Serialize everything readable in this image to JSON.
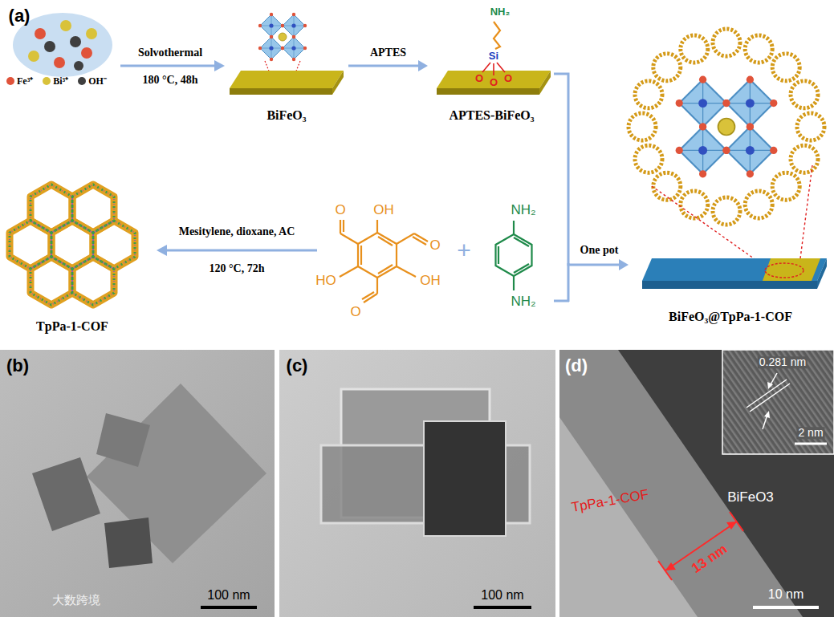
{
  "diagram": {
    "nodes": [
      {
        "text": [
          "BiFeO₃"
        ]
      },
      {
        "text": [
          "APTES-BiFeO₃"
        ]
      },
      {
        "text": [
          "TpPa-1-COF"
        ]
      },
      {
        "text": [
          "BiFeO₃@TpPa-1-COF"
        ]
      }
    ],
    "edges": [
      {
        "from": 0,
        "to": 1,
        "label": "APTES",
        "arrow": "to"
      },
      {
        "from": 1,
        "to": 3,
        "label": "One pot",
        "arrow": "to"
      }
    ],
    "labels": [
      "(a)",
      "Solvothermal",
      "180 °C, 48h",
      "NH₂",
      "Si",
      "O",
      "O",
      "O",
      "Mesitylene, dioxane, AC",
      "120 °C, 72h",
      "O",
      "OH",
      "O",
      "OH",
      "HO",
      "O",
      "+",
      "NH₂",
      "NH₂",
      "(b)",
      "100 nm",
      "大数跨境",
      "(c)",
      "100 nm",
      "(d)",
      "0.281 nm",
      "2 nm",
      "TpPa-1-COF",
      "BiFeO3",
      "13 nm",
      "10 nm"
    ],
    "legend": [
      {
        "text": "Fe³⁺",
        "color": "#e0533a"
      },
      {
        "text": "Bi³⁺",
        "color": "#d9c23a"
      },
      {
        "text": "OH⁻",
        "color": "#3f3f3f"
      }
    ]
  }
}
